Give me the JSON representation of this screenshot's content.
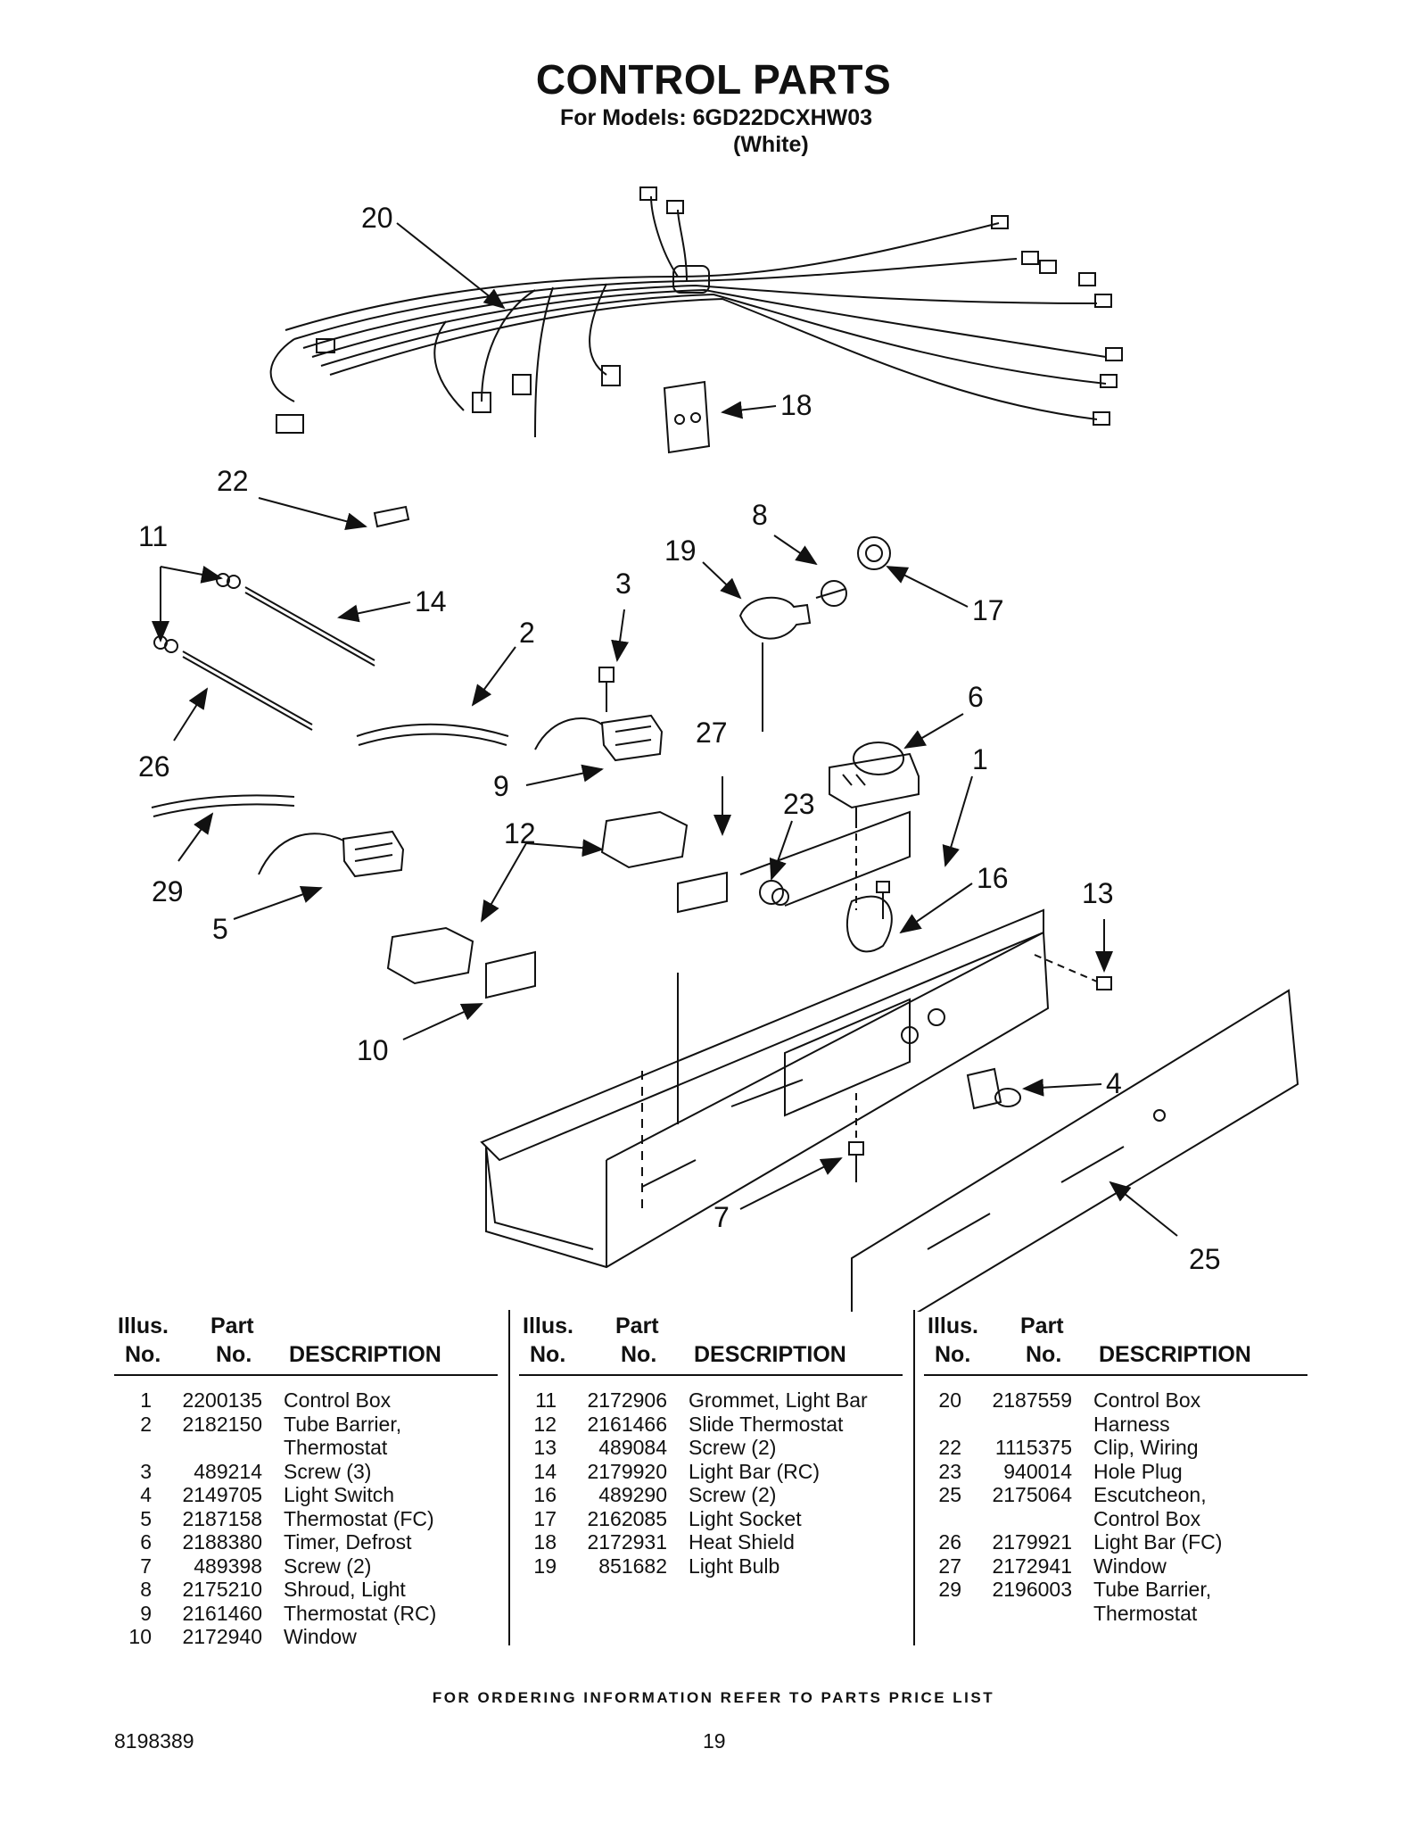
{
  "header": {
    "title": "CONTROL PARTS",
    "models_line": "For Models: 6GD22DCXHW03",
    "color_line": "(White)"
  },
  "callouts": [
    "20",
    "18",
    "22",
    "11",
    "14",
    "2",
    "3",
    "19",
    "8",
    "17",
    "6",
    "26",
    "9",
    "27",
    "1",
    "23",
    "16",
    "13",
    "29",
    "12",
    "5",
    "10",
    "4",
    "7",
    "25"
  ],
  "table": {
    "headers": {
      "illus_line1": "Illus.",
      "illus_line2": "No.",
      "part_line1": "Part",
      "part_line2": "No.",
      "description": "DESCRIPTION"
    },
    "columns": [
      [
        {
          "no": "1",
          "part": "2200135",
          "desc": "Control Box"
        },
        {
          "no": "2",
          "part": "2182150",
          "desc": "Tube Barrier,\nThermostat"
        },
        {
          "no": "3",
          "part": "489214",
          "desc": "Screw (3)"
        },
        {
          "no": "4",
          "part": "2149705",
          "desc": "Light Switch"
        },
        {
          "no": "5",
          "part": "2187158",
          "desc": "Thermostat (FC)"
        },
        {
          "no": "6",
          "part": "2188380",
          "desc": "Timer, Defrost"
        },
        {
          "no": "7",
          "part": "489398",
          "desc": "Screw (2)"
        },
        {
          "no": "8",
          "part": "2175210",
          "desc": "Shroud, Light"
        },
        {
          "no": "9",
          "part": "2161460",
          "desc": "Thermostat (RC)"
        },
        {
          "no": "10",
          "part": "2172940",
          "desc": "Window"
        }
      ],
      [
        {
          "no": "11",
          "part": "2172906",
          "desc": "Grommet, Light Bar"
        },
        {
          "no": "12",
          "part": "2161466",
          "desc": "Slide Thermostat"
        },
        {
          "no": "13",
          "part": "489084",
          "desc": "Screw (2)"
        },
        {
          "no": "14",
          "part": "2179920",
          "desc": "Light Bar (RC)"
        },
        {
          "no": "16",
          "part": "489290",
          "desc": "Screw (2)"
        },
        {
          "no": "17",
          "part": "2162085",
          "desc": "Light Socket"
        },
        {
          "no": "18",
          "part": "2172931",
          "desc": "Heat Shield"
        },
        {
          "no": "19",
          "part": "851682",
          "desc": "Light Bulb"
        }
      ],
      [
        {
          "no": "20",
          "part": "2187559",
          "desc": "Control Box\nHarness"
        },
        {
          "no": "22",
          "part": "1115375",
          "desc": "Clip, Wiring"
        },
        {
          "no": "23",
          "part": "940014",
          "desc": "Hole Plug"
        },
        {
          "no": "25",
          "part": "2175064",
          "desc": "Escutcheon,\nControl Box"
        },
        {
          "no": "26",
          "part": "2179921",
          "desc": "Light Bar (FC)"
        },
        {
          "no": "27",
          "part": "2172941",
          "desc": "Window"
        },
        {
          "no": "29",
          "part": "2196003",
          "desc": "Tube Barrier,\nThermostat"
        }
      ]
    ]
  },
  "footer": {
    "ordering_note": "FOR ORDERING INFORMATION REFER TO PARTS PRICE LIST",
    "doc_number": "8198389",
    "page_number": "19"
  }
}
